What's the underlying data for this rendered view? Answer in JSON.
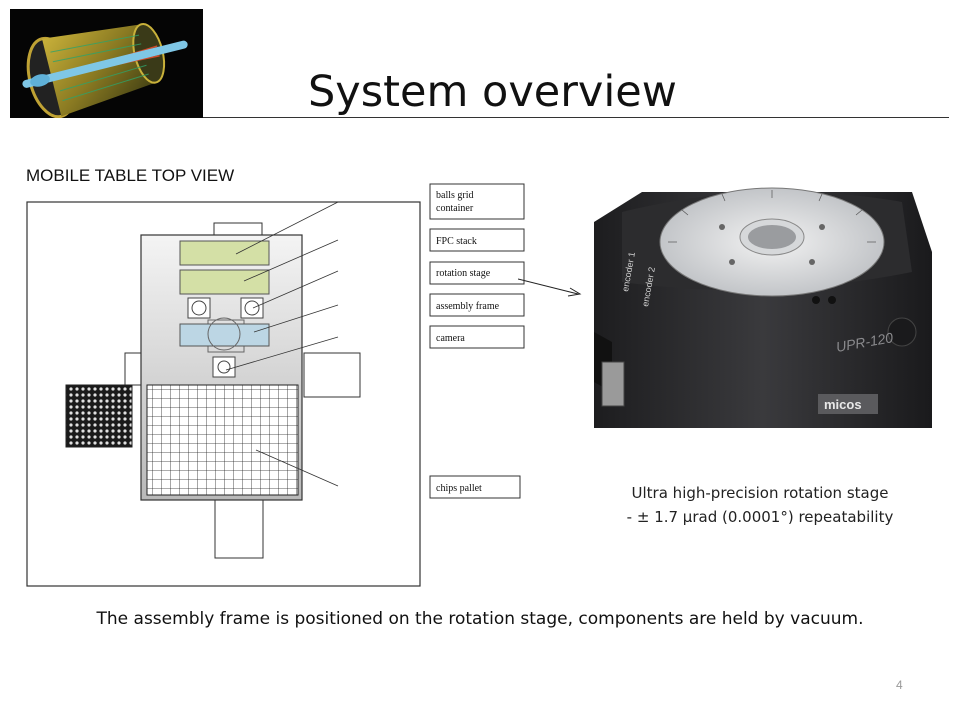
{
  "slide": {
    "title": "System overview",
    "section_label": "MOBILE TABLE TOP VIEW",
    "footer_text": "The assembly frame is positioned on the rotation stage, components are held by vacuum.",
    "page_number": "4"
  },
  "diagram": {
    "callouts": [
      {
        "lines": [
          "balls grid",
          "container"
        ]
      },
      {
        "lines": [
          "FPC stack"
        ]
      },
      {
        "lines": [
          "rotation stage"
        ]
      },
      {
        "lines": [
          "assembly frame"
        ]
      },
      {
        "lines": [
          "camera"
        ]
      },
      {
        "lines": [
          "chips pallet"
        ]
      }
    ]
  },
  "photo": {
    "device_label": "UPR-120",
    "brand_label": "micos",
    "encoder_1": "encoder 1",
    "encoder_2": "encoder 2"
  },
  "caption": {
    "line1": "Ultra high-precision rotation stage",
    "line2": "- ± 1.7 µrad (0.0001°) repeatability"
  },
  "colors": {
    "green_block": "#d4e0a6",
    "blue_block": "#bcd6e4",
    "device_body": "#2b2b2d"
  }
}
